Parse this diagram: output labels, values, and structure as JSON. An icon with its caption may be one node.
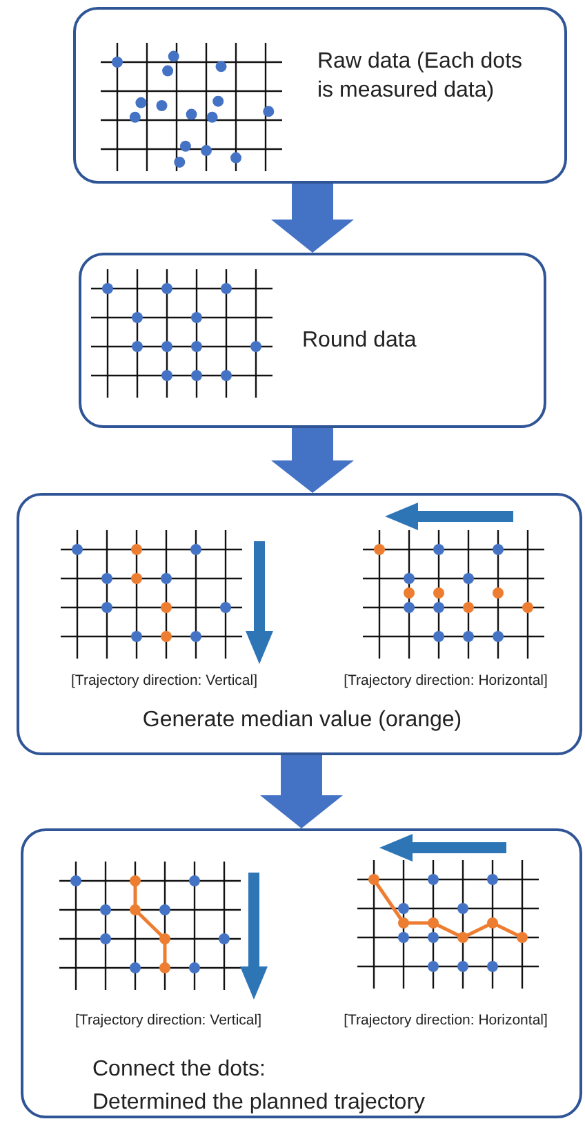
{
  "diagram": {
    "nodes": [
      {
        "text": [
          "Raw data (Each dots is measured data)"
        ]
      },
      {
        "text": [
          "Round data"
        ]
      },
      {
        "text": [
          "[Trajectory direction: Vertical]",
          "[Trajectory direction: Horizontal]",
          "Generate median value (orange)"
        ]
      },
      {
        "text": [
          "[Trajectory direction: Vertical]",
          "[Trajectory direction: Horizontal]",
          "Connect the dots:",
          "Determined the planned trajectory"
        ]
      }
    ],
    "edges": [
      {
        "from": 0,
        "to": 1,
        "arrow": "to"
      },
      {
        "from": 1,
        "to": 2,
        "arrow": "to"
      },
      {
        "from": 2,
        "to": 3,
        "arrow": "to"
      }
    ]
  }
}
